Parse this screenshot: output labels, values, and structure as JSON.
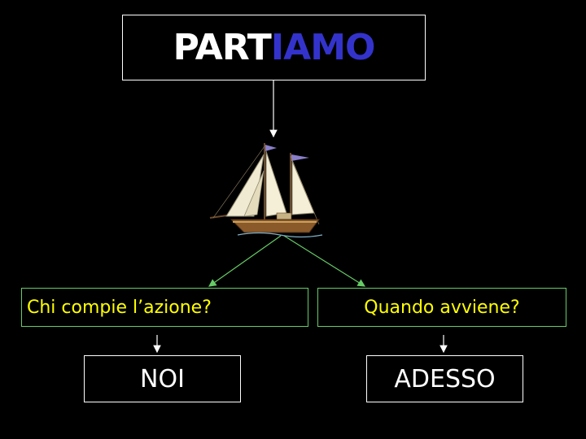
{
  "title": {
    "root": "PART",
    "ending": "IAMO"
  },
  "questions": [
    {
      "text": "Chi compie l’azione?"
    },
    {
      "text": "Quando avviene?"
    }
  ],
  "answers": [
    {
      "text": "NOI"
    },
    {
      "text": "ADESSO"
    }
  ],
  "colors": {
    "background": "#000000",
    "title_root": "#ffffff",
    "title_ending": "#3333cc",
    "question_text": "#ffff00",
    "question_border": "#66cc66",
    "green_arrow": "#66cc66",
    "answer_text": "#ffffff"
  },
  "illustration": {
    "icon": "sailing-ship-icon"
  }
}
